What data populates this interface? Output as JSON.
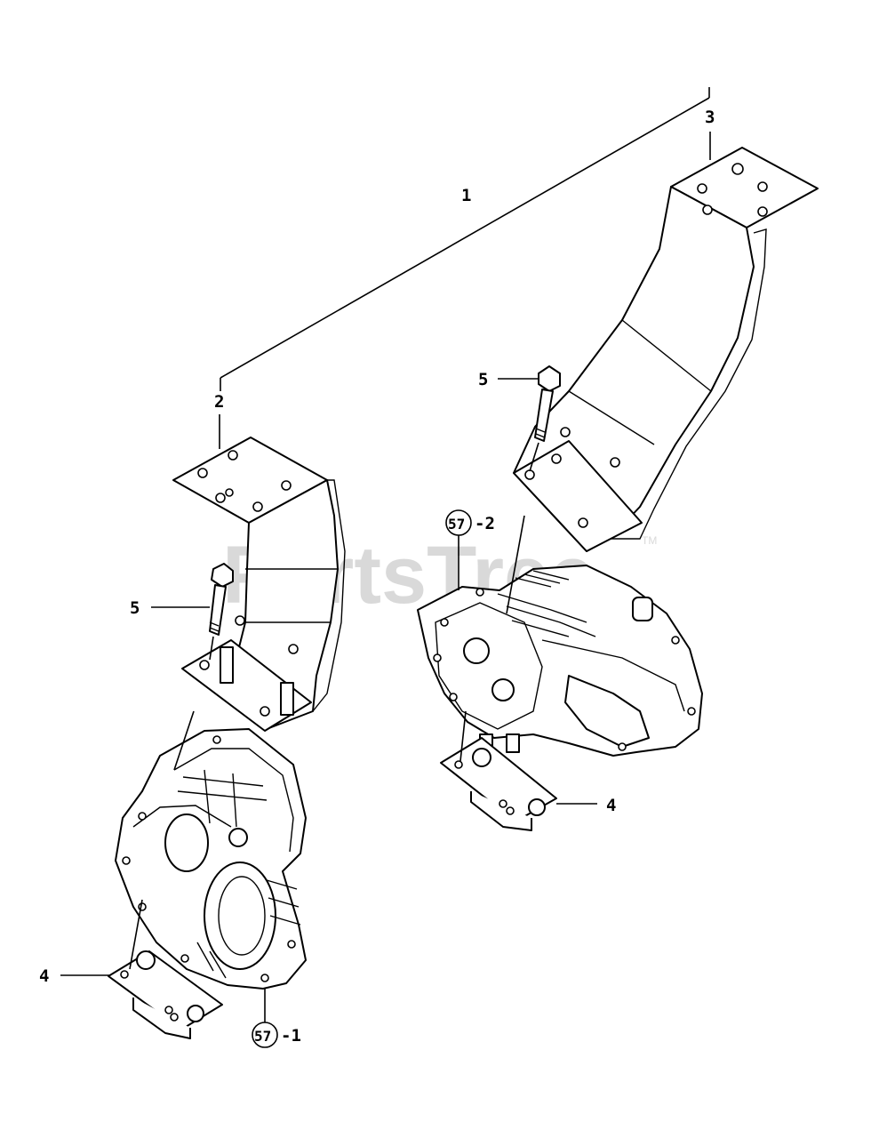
{
  "watermark": {
    "text": "PartsTree",
    "mark": "TM"
  },
  "callouts": {
    "c1": "1",
    "c2": "2",
    "c3": "3",
    "c4_right": "4",
    "c4_left": "4",
    "c5_left": "5",
    "c5_right": "5",
    "c57_1_circle": "57",
    "c57_1_suffix": "-1",
    "c57_2_circle": "57",
    "c57_2_suffix": "-2"
  }
}
